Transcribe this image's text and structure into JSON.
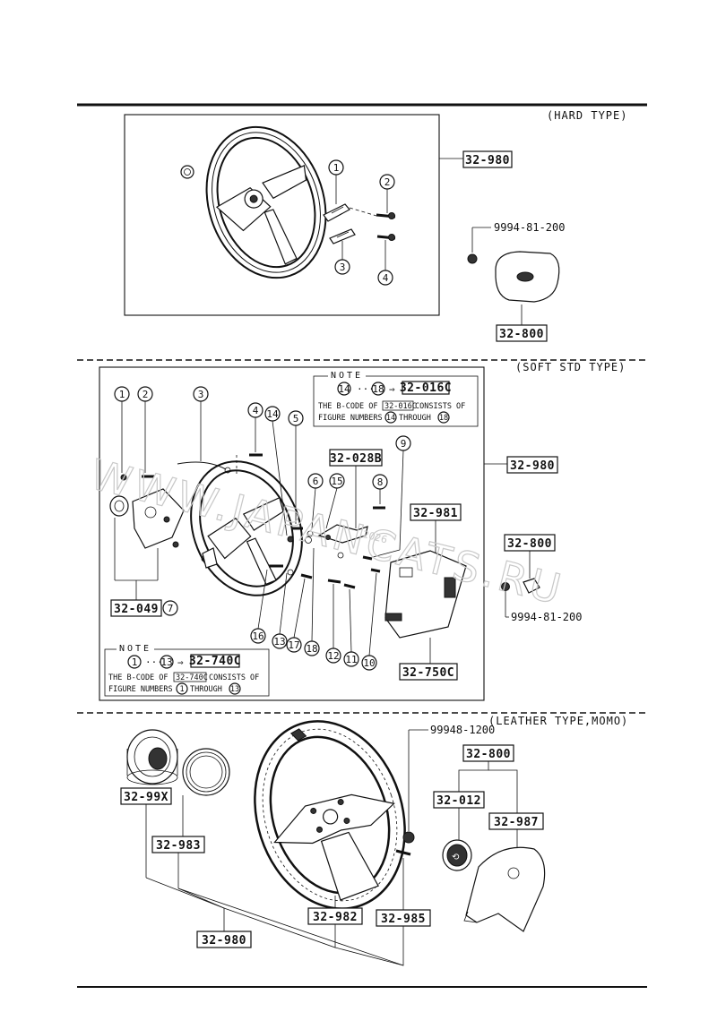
{
  "sections": {
    "hard": {
      "title": "(HARD TYPE)",
      "assembly_code": "32-980",
      "pad_code": "32-800",
      "screw_code": "9994-81-200",
      "callouts": [
        "1",
        "2",
        "3",
        "4"
      ]
    },
    "soft": {
      "title": "(SOFT STD TYPE)",
      "assembly_code": "32-980",
      "pad_code": "32-800",
      "screw_code": "9994-81-200",
      "codes": {
        "c32_028b": "32-028B",
        "c32_981": "32-981",
        "c32_049": "32-049",
        "c32_750c": "32-750C"
      },
      "note_top": {
        "title": "NOTE",
        "from": "14",
        "to": "18",
        "code": "32-016C",
        "line1_pre": "THE B-CODE OF",
        "line1_post": "CONSISTS OF",
        "line2_pre": "FIGURE NUMBERS",
        "line2_mid": "THROUGH"
      },
      "note_bottom": {
        "title": "NOTE",
        "from": "1",
        "to": "13",
        "code": "32-740C",
        "line1_pre": "THE B-CODE OF",
        "line1_post": "CONSISTS OF",
        "line2_pre": "FIGURE NUMBERS",
        "line2_mid": "THROUGH"
      },
      "callouts": [
        "1",
        "2",
        "3",
        "4",
        "5",
        "6",
        "7",
        "8",
        "9",
        "10",
        "11",
        "12",
        "13",
        "14",
        "15",
        "16",
        "17",
        "18"
      ]
    },
    "leather": {
      "title": "(LEATHER TYPE,MOMO)",
      "codes": {
        "c32_99x": "32-99X",
        "c32_983": "32-983",
        "c32_980": "32-980",
        "c32_982": "32-982",
        "c32_985": "32-985",
        "c32_800": "32-800",
        "c32_012": "32-012",
        "c32_987": "32-987",
        "c99948": "99948-1200"
      }
    }
  },
  "watermark": {
    "text": "WWW.JAPANCATS.RU",
    "small": "2026"
  },
  "colors": {
    "ink": "#111111",
    "watermark": "#c8c8c8",
    "paper": "#ffffff"
  }
}
